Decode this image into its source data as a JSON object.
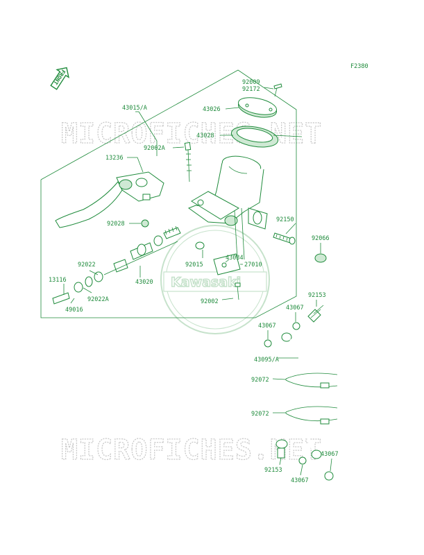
{
  "figure_code": "F2380",
  "front_label": "FRONT",
  "watermark_text": "MICROFICHES.NET",
  "logo_text": "Kawasaki",
  "colors": {
    "line": "#1d8a3a",
    "watermark": "#c9c9c9",
    "logo": "#c6e2cb"
  },
  "labels": {
    "p92009": "92009",
    "p92172": "92172",
    "p43026": "43026",
    "p43015A": "43015/A",
    "p43028": "43028",
    "p92002A": "92002A",
    "p13236": "13236",
    "p92028": "92028",
    "p92150": "92150",
    "p92066": "92066",
    "p43034": "43034",
    "p92015": "92015",
    "p27010": "27010",
    "p92022": "92022",
    "p43020": "43020",
    "p13116": "13116",
    "p92022A": "92022A",
    "p49016": "49016",
    "p92002": "92002",
    "p92153a": "92153",
    "p43067a": "43067",
    "p43067b": "43067",
    "p43095A": "43095/A",
    "p92072a": "92072",
    "p92072b": "92072",
    "p92153b": "92153",
    "p43067c": "43067",
    "p43067d": "43067"
  }
}
